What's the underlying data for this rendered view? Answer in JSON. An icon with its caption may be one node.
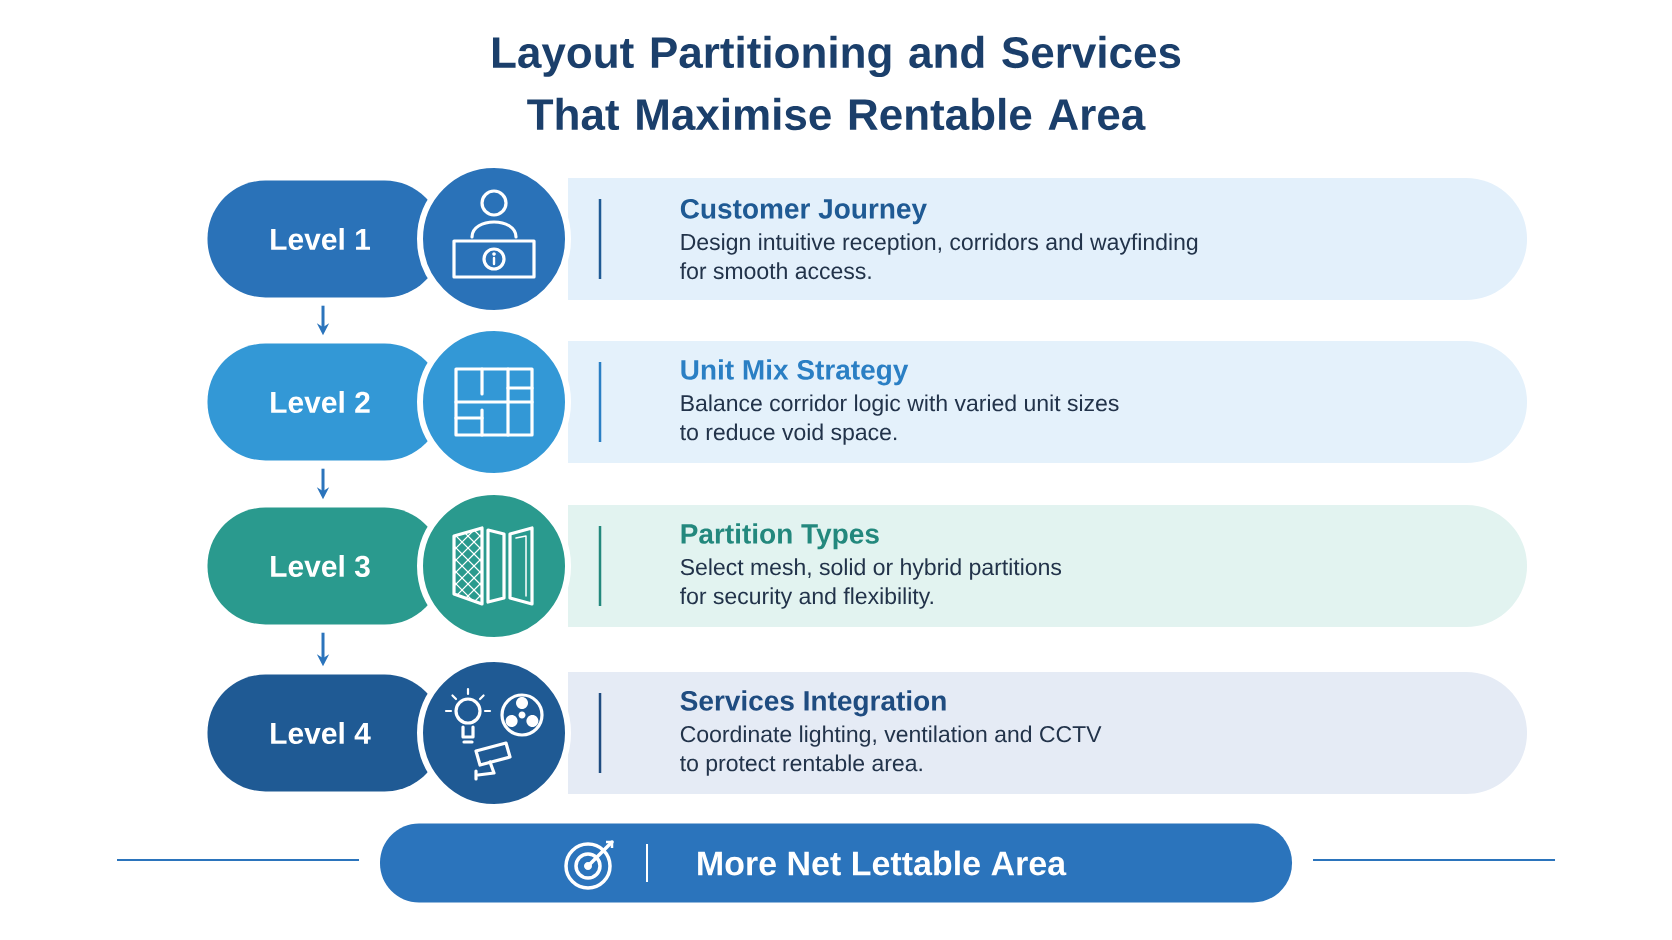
{
  "diagram": {
    "title": "Layout Partitioning and Services That Maximise Rentable Area",
    "nodes": [
      {
        "text": [
          "Level 1"
        ]
      },
      {
        "text": [
          "Customer Journey",
          "Design intuitive reception, corridors and wayfinding for smooth access."
        ]
      },
      {
        "text": [
          "Level 2"
        ]
      },
      {
        "text": [
          "Unit Mix Strategy",
          "Balance corridor logic with varied unit sizes to reduce void space."
        ]
      },
      {
        "text": [
          "Level 3"
        ]
      },
      {
        "text": [
          "Partition Types",
          "Select mesh, solid or hybrid partitions for security and flexibility."
        ]
      },
      {
        "text": [
          "Level 4"
        ]
      },
      {
        "text": [
          "Services Integration",
          "Coordinate lighting, ventilation and CCTV to protect rentable area."
        ]
      },
      {
        "text": [
          "More Net Lettable Area"
        ]
      }
    ],
    "edges": [
      {
        "from": 0,
        "to": 2,
        "arrow": "to"
      },
      {
        "from": 2,
        "to": 4,
        "arrow": "to"
      },
      {
        "from": 4,
        "to": 6,
        "arrow": "to"
      }
    ]
  }
}
